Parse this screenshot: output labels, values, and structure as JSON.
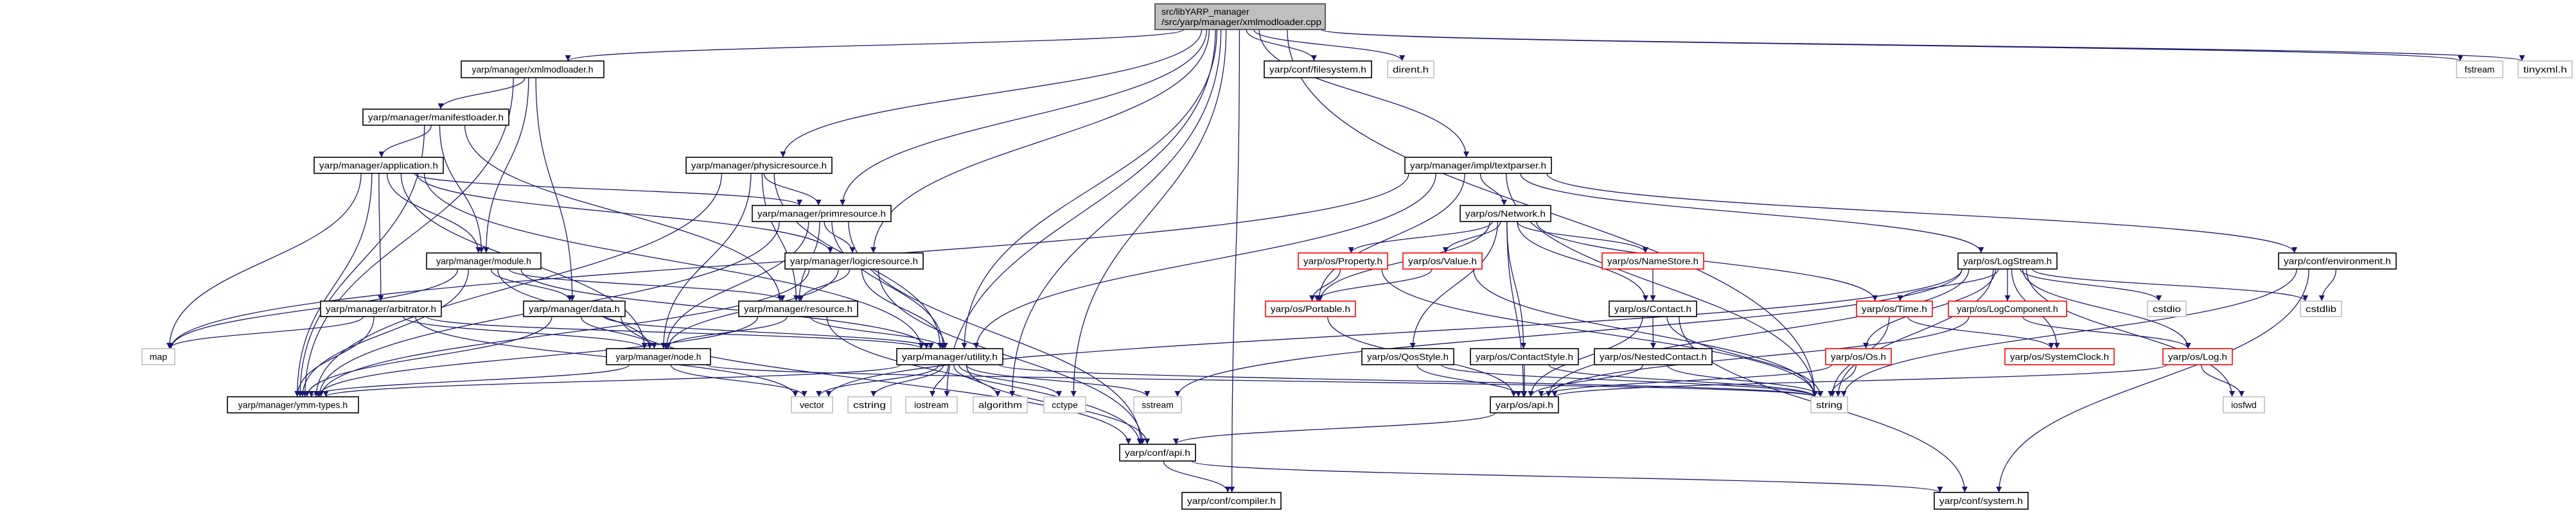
{
  "title": "Include dependency graph for xmlmodloader.cpp",
  "colors": {
    "edge": "#191970",
    "normal_border": "#000000",
    "system_border": "#bfbfbf",
    "red_border": "#ff0000",
    "root_fill": "#bfbfbf"
  },
  "nodes": {
    "root": {
      "lines": [
        "src/libYARP_manager",
        "/src/yarp/manager/xmlmodloader.cpp"
      ],
      "style": "root"
    },
    "xmlmodloader_h": {
      "label": "yarp/manager/xmlmodloader.h",
      "style": "normal"
    },
    "filesystem": {
      "label": "yarp/conf/filesystem.h",
      "style": "normal"
    },
    "dirent": {
      "label": "dirent.h",
      "style": "system"
    },
    "fstream": {
      "label": "fstream",
      "style": "system"
    },
    "tinyxml": {
      "label": "tinyxml.h",
      "style": "system"
    },
    "manifestloader": {
      "label": "yarp/manager/manifestloader.h",
      "style": "normal"
    },
    "application": {
      "label": "yarp/manager/application.h",
      "style": "normal"
    },
    "physicresource": {
      "label": "yarp/manager/physicresource.h",
      "style": "normal"
    },
    "textparser": {
      "label": "yarp/manager/impl/textparser.h",
      "style": "normal"
    },
    "primresource": {
      "label": "yarp/manager/primresource.h",
      "style": "normal"
    },
    "network": {
      "label": "yarp/os/Network.h",
      "style": "normal"
    },
    "module": {
      "label": "yarp/manager/module.h",
      "style": "normal"
    },
    "logicresource": {
      "label": "yarp/manager/logicresource.h",
      "style": "normal"
    },
    "property": {
      "label": "yarp/os/Property.h",
      "style": "red"
    },
    "value": {
      "label": "yarp/os/Value.h",
      "style": "red"
    },
    "namestore": {
      "label": "yarp/os/NameStore.h",
      "style": "red"
    },
    "logstream": {
      "label": "yarp/os/LogStream.h",
      "style": "normal"
    },
    "environment": {
      "label": "yarp/conf/environment.h",
      "style": "normal"
    },
    "arbitrator": {
      "label": "yarp/manager/arbitrator.h",
      "style": "normal"
    },
    "data": {
      "label": "yarp/manager/data.h",
      "style": "normal"
    },
    "resource": {
      "label": "yarp/manager/resource.h",
      "style": "normal"
    },
    "portable": {
      "label": "yarp/os/Portable.h",
      "style": "red"
    },
    "contact": {
      "label": "yarp/os/Contact.h",
      "style": "normal"
    },
    "time": {
      "label": "yarp/os/Time.h",
      "style": "red"
    },
    "logcomponent": {
      "label": "yarp/os/LogComponent.h",
      "style": "red"
    },
    "cstdio": {
      "label": "cstdio",
      "style": "system"
    },
    "cstdlib": {
      "label": "cstdlib",
      "style": "system"
    },
    "map": {
      "label": "map",
      "style": "system"
    },
    "node": {
      "label": "yarp/manager/node.h",
      "style": "normal"
    },
    "utility": {
      "label": "yarp/manager/utility.h",
      "style": "normal"
    },
    "qosstyle": {
      "label": "yarp/os/QosStyle.h",
      "style": "normal"
    },
    "contactstyle": {
      "label": "yarp/os/ContactStyle.h",
      "style": "normal"
    },
    "nestedcontact": {
      "label": "yarp/os/NestedContact.h",
      "style": "normal"
    },
    "os": {
      "label": "yarp/os/Os.h",
      "style": "red"
    },
    "systemclock": {
      "label": "yarp/os/SystemClock.h",
      "style": "red"
    },
    "log": {
      "label": "yarp/os/Log.h",
      "style": "red"
    },
    "ymmtypes": {
      "label": "yarp/manager/ymm-types.h",
      "style": "normal"
    },
    "vector": {
      "label": "vector",
      "style": "system"
    },
    "cstring": {
      "label": "cstring",
      "style": "system"
    },
    "iostream": {
      "label": "iostream",
      "style": "system"
    },
    "algorithm": {
      "label": "algorithm",
      "style": "system"
    },
    "cctype": {
      "label": "cctype",
      "style": "system"
    },
    "sstream": {
      "label": "sstream",
      "style": "system"
    },
    "osapi": {
      "label": "yarp/os/api.h",
      "style": "normal"
    },
    "string": {
      "label": "string",
      "style": "system"
    },
    "iosfwd": {
      "label": "iosfwd",
      "style": "system"
    },
    "confapi": {
      "label": "yarp/conf/api.h",
      "style": "normal"
    },
    "compiler": {
      "label": "yarp/conf/compiler.h",
      "style": "normal"
    },
    "system": {
      "label": "yarp/conf/system.h",
      "style": "normal"
    }
  },
  "edges": [
    [
      "root",
      "xmlmodloader_h"
    ],
    [
      "root",
      "filesystem"
    ],
    [
      "root",
      "dirent"
    ],
    [
      "root",
      "fstream"
    ],
    [
      "root",
      "tinyxml"
    ],
    [
      "root",
      "textparser"
    ],
    [
      "root",
      "physicresource"
    ],
    [
      "root",
      "primresource"
    ],
    [
      "root",
      "logicresource"
    ],
    [
      "root",
      "utility"
    ],
    [
      "root",
      "algorithm"
    ],
    [
      "root",
      "cctype"
    ],
    [
      "root",
      "iostream"
    ],
    [
      "root",
      "string"
    ],
    [
      "xmlmodloader_h",
      "manifestloader"
    ],
    [
      "xmlmodloader_h",
      "module"
    ],
    [
      "xmlmodloader_h",
      "data"
    ],
    [
      "xmlmodloader_h",
      "ymmtypes"
    ],
    [
      "manifestloader",
      "application"
    ],
    [
      "manifestloader",
      "module"
    ],
    [
      "manifestloader",
      "resource"
    ],
    [
      "manifestloader",
      "ymmtypes"
    ],
    [
      "application",
      "module"
    ],
    [
      "application",
      "arbitrator"
    ],
    [
      "application",
      "node"
    ],
    [
      "application",
      "map"
    ],
    [
      "application",
      "ymmtypes"
    ],
    [
      "application",
      "primresource"
    ],
    [
      "application",
      "logicresource"
    ],
    [
      "application",
      "utility"
    ],
    [
      "physicresource",
      "primresource"
    ],
    [
      "physicresource",
      "resource"
    ],
    [
      "physicresource",
      "node"
    ],
    [
      "physicresource",
      "utility"
    ],
    [
      "physicresource",
      "ymmtypes"
    ],
    [
      "primresource",
      "logicresource"
    ],
    [
      "primresource",
      "resource"
    ],
    [
      "primresource",
      "node"
    ],
    [
      "primresource",
      "utility"
    ],
    [
      "primresource",
      "ymmtypes"
    ],
    [
      "primresource",
      "confapi"
    ],
    [
      "logicresource",
      "resource"
    ],
    [
      "logicresource",
      "node"
    ],
    [
      "logicresource",
      "utility"
    ],
    [
      "logicresource",
      "ymmtypes"
    ],
    [
      "logicresource",
      "confapi"
    ],
    [
      "module",
      "data"
    ],
    [
      "module",
      "node"
    ],
    [
      "module",
      "resource"
    ],
    [
      "module",
      "utility"
    ],
    [
      "module",
      "map"
    ],
    [
      "module",
      "ymmtypes"
    ],
    [
      "arbitrator",
      "map"
    ],
    [
      "arbitrator",
      "node"
    ],
    [
      "arbitrator",
      "ymmtypes"
    ],
    [
      "arbitrator",
      "utility"
    ],
    [
      "arbitrator",
      "vector"
    ],
    [
      "data",
      "node"
    ],
    [
      "data",
      "ymmtypes"
    ],
    [
      "data",
      "utility"
    ],
    [
      "data",
      "confapi"
    ],
    [
      "resource",
      "node"
    ],
    [
      "resource",
      "ymmtypes"
    ],
    [
      "resource",
      "utility"
    ],
    [
      "resource",
      "confapi"
    ],
    [
      "node",
      "ymmtypes"
    ],
    [
      "node",
      "vector"
    ],
    [
      "node",
      "string"
    ],
    [
      "utility",
      "ymmtypes"
    ],
    [
      "utility",
      "vector"
    ],
    [
      "utility",
      "cstring"
    ],
    [
      "utility",
      "iostream"
    ],
    [
      "utility",
      "algorithm"
    ],
    [
      "utility",
      "cctype"
    ],
    [
      "utility",
      "sstream"
    ],
    [
      "utility",
      "string"
    ],
    [
      "utility",
      "confapi"
    ],
    [
      "textparser",
      "network"
    ],
    [
      "textparser",
      "logstream"
    ],
    [
      "textparser",
      "environment"
    ],
    [
      "textparser",
      "utility"
    ],
    [
      "textparser",
      "string"
    ],
    [
      "textparser",
      "portable"
    ],
    [
      "textparser",
      "map"
    ],
    [
      "network",
      "property"
    ],
    [
      "network",
      "value"
    ],
    [
      "network",
      "namestore"
    ],
    [
      "network",
      "contact"
    ],
    [
      "network",
      "portable"
    ],
    [
      "network",
      "qosstyle"
    ],
    [
      "network",
      "contactstyle"
    ],
    [
      "network",
      "time"
    ],
    [
      "network",
      "osapi"
    ],
    [
      "property",
      "portable"
    ],
    [
      "property",
      "string"
    ],
    [
      "value",
      "portable"
    ],
    [
      "value",
      "string"
    ],
    [
      "namestore",
      "contact"
    ],
    [
      "portable",
      "osapi"
    ],
    [
      "contact",
      "nestedcontact"
    ],
    [
      "contact",
      "osapi"
    ],
    [
      "contact",
      "string"
    ],
    [
      "contact",
      "system"
    ],
    [
      "qosstyle",
      "osapi"
    ],
    [
      "qosstyle",
      "string"
    ],
    [
      "contactstyle",
      "osapi"
    ],
    [
      "contactstyle",
      "string"
    ],
    [
      "nestedcontact",
      "osapi"
    ],
    [
      "nestedcontact",
      "string"
    ],
    [
      "logstream",
      "time"
    ],
    [
      "logstream",
      "logcomponent"
    ],
    [
      "logstream",
      "cstdio"
    ],
    [
      "logstream",
      "cstdlib"
    ],
    [
      "logstream",
      "os"
    ],
    [
      "logstream",
      "systemclock"
    ],
    [
      "logstream",
      "log"
    ],
    [
      "logstream",
      "string"
    ],
    [
      "logstream",
      "iosfwd"
    ],
    [
      "logstream",
      "osapi"
    ],
    [
      "logstream",
      "vector"
    ],
    [
      "logstream",
      "sstream"
    ],
    [
      "time",
      "systemclock"
    ],
    [
      "time",
      "string"
    ],
    [
      "logcomponent",
      "log"
    ],
    [
      "logcomponent",
      "osapi"
    ],
    [
      "os",
      "osapi"
    ],
    [
      "os",
      "string"
    ],
    [
      "log",
      "iosfwd"
    ],
    [
      "log",
      "osapi"
    ],
    [
      "environment",
      "cstdlib"
    ],
    [
      "environment",
      "string"
    ],
    [
      "environment",
      "system"
    ],
    [
      "osapi",
      "confapi"
    ],
    [
      "confapi",
      "compiler"
    ],
    [
      "confapi",
      "system"
    ],
    [
      "root",
      "compiler"
    ]
  ]
}
